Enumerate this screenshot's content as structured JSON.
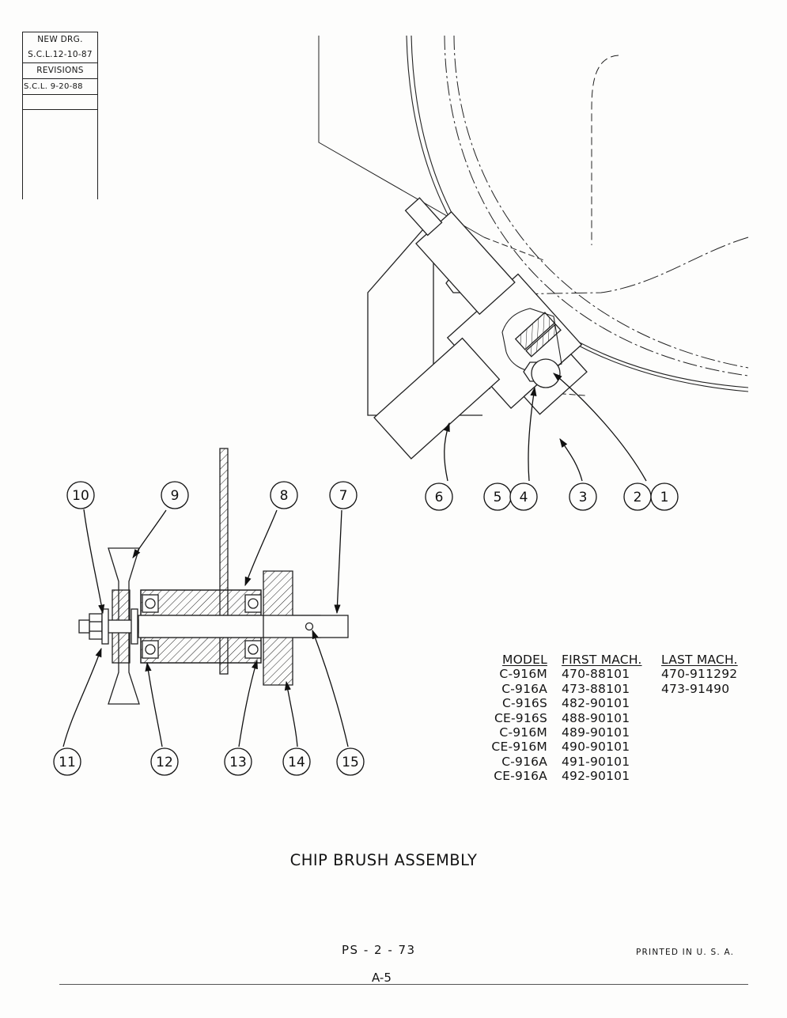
{
  "title_block": {
    "new_drawing_label": "NEW DRG.",
    "new_drawing_ref": "S.C.L.12-10-87",
    "revisions_label": "REVISIONS",
    "revision_ref": "S.C.L. 9-20-88"
  },
  "callouts": [
    "1",
    "2",
    "3",
    "4",
    "5",
    "6",
    "7",
    "8",
    "9",
    "10",
    "11",
    "12",
    "13",
    "14",
    "15"
  ],
  "model_table": {
    "headers": [
      "MODEL",
      "FIRST MACH.",
      "LAST MACH."
    ],
    "rows": [
      [
        "C-916M",
        "470-88101",
        "470-911292"
      ],
      [
        "C-916A",
        "473-88101",
        "473-91490"
      ],
      [
        "C-916S",
        "482-90101",
        ""
      ],
      [
        "CE-916S",
        "488-90101",
        ""
      ],
      [
        "C-916M",
        "489-90101",
        ""
      ],
      [
        "CE-916M",
        "490-90101",
        ""
      ],
      [
        "C-916A",
        "491-90101",
        ""
      ],
      [
        "CE-916A",
        "492-90101",
        ""
      ]
    ]
  },
  "assembly_title": "CHIP BRUSH ASSEMBLY",
  "drawing_number": "PS - 2 - 73",
  "printed_note": "PRINTED  IN  U. S. A.",
  "page_number": "A-5"
}
